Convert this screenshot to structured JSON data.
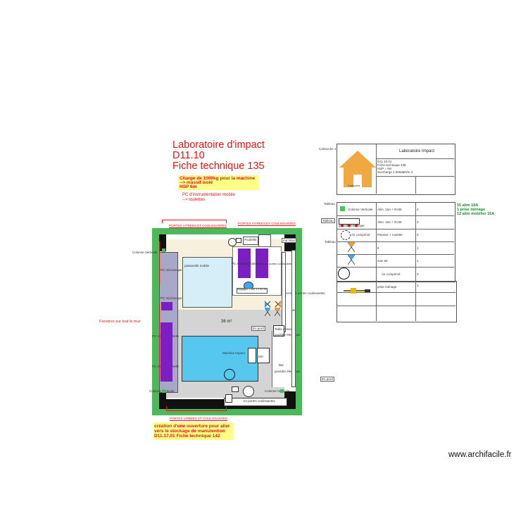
{
  "header": {
    "title_line1": "Laboratoire d'impact",
    "title_line2": "D11.10",
    "title_line3": "Fiche technique 135"
  },
  "notes": {
    "load_line1": "Charge de 1000kg pour la machine",
    "load_line2": "--> massif isolé",
    "load_line3": "HSP 6m",
    "pc_line1": "PC d'instrumentation mobile",
    "pc_line2": "--> roulettes",
    "opening_line1": "création d'une ouverture pour aller",
    "opening_line2": "vers le stockage de manutention",
    "opening_line3": "D11.17.01 Fiche technique 142",
    "windows": "Fenetres sur tout le mur"
  },
  "plan": {
    "doors_top_left": "PORTES VITREES ET COULISSANTES",
    "doors_top_right": "PORTES VITREES ET COULISSANTES",
    "doors_bottom": "PORTES VITREES ET COULISSANTES",
    "area": "36 m²",
    "machine": "Machine Impact",
    "passerelle": "passerelle mobile",
    "pc_left1": "PC microscope",
    "pc_left2": "PC microscope",
    "pc_left3": "PC mise à l'échelle",
    "pc_left4": "PC mise à l'échelle",
    "pc_instr": "PC instrumentation",
    "poubelle": "Poubelle",
    "bagages": "Bagages 1 lise 3 x 50 cm",
    "armoire_pts": "Armoire portes coulissantes",
    "armoire_side": "Armoire portes coulissantes",
    "table_dres": "Table d'essai",
    "goulotte1": "goulotte électrique",
    "goulotte2": "goulotte électrique",
    "colonne_tl": "Colonne Verticale",
    "colonne_bl": "Colonne Verticale",
    "colonne_br": "Colonne Verticale",
    "en_poutre_bottom": "en portes coulissantes",
    "table_top": "Tableau",
    "en_pord": "En pord",
    "en_pord2": "En pord",
    "small_label": "Bar",
    "dim_label": "100",
    "mp": "ma mise"
  },
  "titleblock": {
    "cartouche": "Cartouche 1",
    "name": "Laboratoire Impact",
    "line1": "D11.10.01",
    "line2": "Fiche technique 135",
    "line3": "HSP = 6m",
    "line4": "Surcharge 1 000daN/m 2",
    "logo_caption": "Cartouche"
  },
  "legend": {
    "title": "Tableau",
    "side_label": "Tableau",
    "rows": [
      {
        "name": "Colonne Verticale",
        "desc": "Alim. 16A + RJ45",
        "qty": "4"
      },
      {
        "name": "goulotte électrique",
        "desc": "Alim. 16A + RJ45",
        "qty": "3"
      },
      {
        "name": "Air comprimé",
        "desc": "Passive + roulette",
        "qty": "3"
      },
      {
        "name": "",
        "desc": "tl",
        "qty": "1"
      },
      {
        "name": "",
        "desc": "Gaz 50",
        "qty": "1"
      },
      {
        "name": "",
        "desc": "Air comprimé",
        "qty": "3"
      },
      {
        "name": "prise ménage",
        "desc": "",
        "qty": "1"
      }
    ]
  },
  "summary": {
    "line1": "15 alim 16A",
    "line2": "1 prise ménage",
    "line3": "12 alim mobilier 16A"
  },
  "watermark": "www.archifacile.fr",
  "colors": {
    "wall": "#4db85a",
    "accent": "#e11",
    "note_bg": "#ffff88",
    "floor": "#d4d4d4",
    "blue": "#56c8f0",
    "purple": "#7b1fc3"
  }
}
